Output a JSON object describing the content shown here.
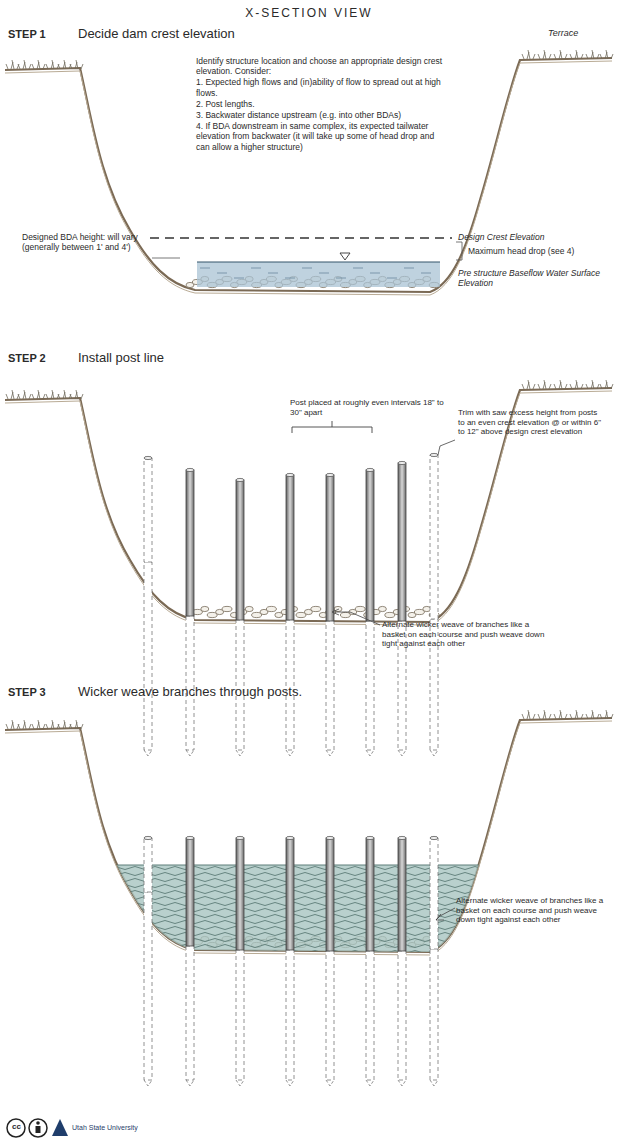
{
  "diagram": {
    "title": "X-SECTION VIEW",
    "labels": [
      "STEP 1",
      "Decide dam crest elevation",
      "Terrace",
      "Identify structure location and choose an appropriate design crest elevation. Consider:",
      "1. Expected high flows and (in)ability of flow to spread out at high flows.",
      "2. Post lengths.",
      "3. Backwater distance upstream (e.g. into other BDAs)",
      "4. If BDA downstream in same complex, its expected tailwater elevation from backwater (it will take up some of head drop and can allow a higher structure)",
      "Design Crest Elevation",
      "Designed BDA height: will vary (generally between 1' and 4')",
      "Maximum head drop (see 4)",
      "Pre structure Baseflow Water Surface Elevation",
      "STEP 2",
      "Install post line",
      "Post placed at roughly even intervals 18\" to 30\" apart",
      "Trim with saw excess height from posts to an even crest elevation @ or within 6\" to 12\" above design crest elevation",
      "Alternate wicker weave of branches like a basket on each course and push weave down tight against each other",
      "STEP 3",
      "Wicker weave branches through posts.",
      "Alternate wicker weave of branches like a basket on each course and push weave down tight against each other",
      "cc",
      "Utah State University"
    ]
  }
}
